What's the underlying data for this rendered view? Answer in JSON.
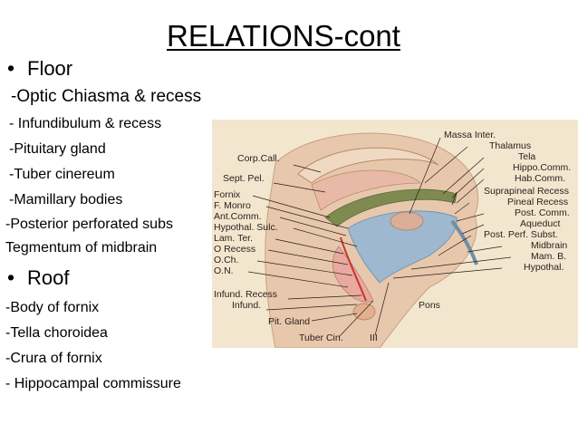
{
  "slide": {
    "title": "RELATIONS-cont",
    "bullet_glyph": "•",
    "floor_heading": "Floor",
    "floor_items": [
      "-Optic Chiasma & recess",
      "- Infundibulum & recess",
      "-Pituitary gland",
      "-Tuber  cinereum",
      "-Mamillary bodies",
      "-Posterior perforated subs",
      "Tegmentum of midbrain"
    ],
    "roof_heading": "Roof",
    "roof_items": [
      "-Body of fornix",
      "-Tella choroidea",
      "-Crura of fornix",
      "- Hippocampal commissure"
    ]
  },
  "figure": {
    "labels_left": [
      "Corp.Call.",
      "Sept. Pel.",
      "Fornix",
      "F. Monro",
      "Ant.Comm.",
      "Hypothal. Sulc.",
      "Lam. Ter.",
      "O Recess",
      "O.Ch.",
      "O.N.",
      "Infund. Recess",
      "Infund.",
      "Pit. Gland",
      "Tuber Cin.",
      "III"
    ],
    "labels_right": [
      "Massa Inter.",
      "Thalamus",
      "Tela",
      "Hippo.Comm.",
      "Hab.Comm.",
      "Suprapineal Recess",
      "Pineal Recess",
      "Post. Comm.",
      "Aqueduct",
      "Post. Perf. Subst.",
      "Midbrain",
      "Mam. B.",
      "Hypothal."
    ],
    "label_pons": "Pons",
    "colors": {
      "background": "#f3e6cf",
      "brain_tissue": "#e7c8ad",
      "ventricle_blue": "#9db8cf",
      "fornix_green": "#7e8a4f",
      "pink_region": "#e8a9a0",
      "red_line": "#c0392b",
      "label_color": "#2b1d1a"
    }
  }
}
